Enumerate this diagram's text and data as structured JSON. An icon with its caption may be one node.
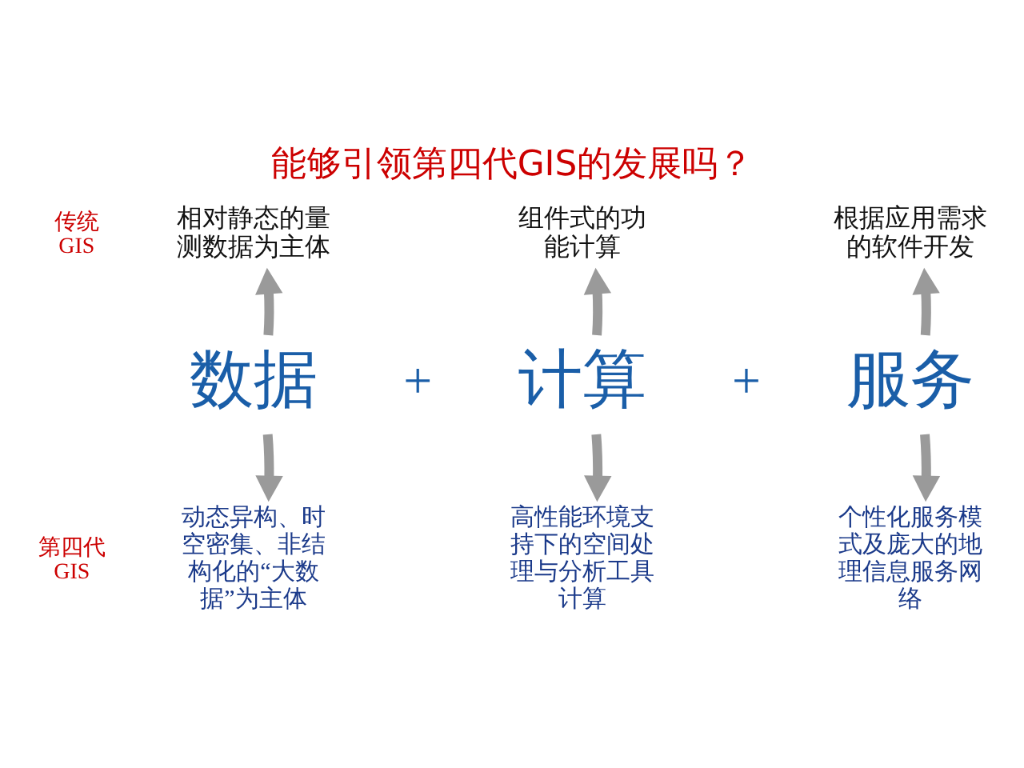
{
  "diagram": {
    "title": "能够引领第四代GIS的发展吗？",
    "nodes": [
      {
        "text": [
          "相对静态的量测数据为主体"
        ]
      },
      {
        "text": [
          "组件式的功能计算"
        ]
      },
      {
        "text": [
          "根据应用需求的软件开发"
        ]
      },
      {
        "text": [
          "数据"
        ]
      },
      {
        "text": [
          "计算"
        ]
      },
      {
        "text": [
          "服务"
        ]
      },
      {
        "text": [
          "动态异构、时空密集、非结构化的“大数据”为主体"
        ]
      },
      {
        "text": [
          "高性能环境支持下的空间处理与分析工具计算"
        ]
      },
      {
        "text": [
          "个性化服务模式及庞大的地理信息服务网络"
        ]
      }
    ],
    "edges": [
      {
        "from": 3,
        "to": 0,
        "arrow": "to"
      },
      {
        "from": 3,
        "to": 6,
        "arrow": "to"
      },
      {
        "from": 4,
        "to": 1,
        "arrow": "to"
      },
      {
        "from": 4,
        "to": 7,
        "arrow": "to"
      },
      {
        "from": 5,
        "to": 2,
        "arrow": "to"
      },
      {
        "from": 5,
        "to": 8,
        "arrow": "to"
      }
    ],
    "labels": [
      "传统GIS",
      "+",
      "+",
      "第四代GIS"
    ]
  }
}
